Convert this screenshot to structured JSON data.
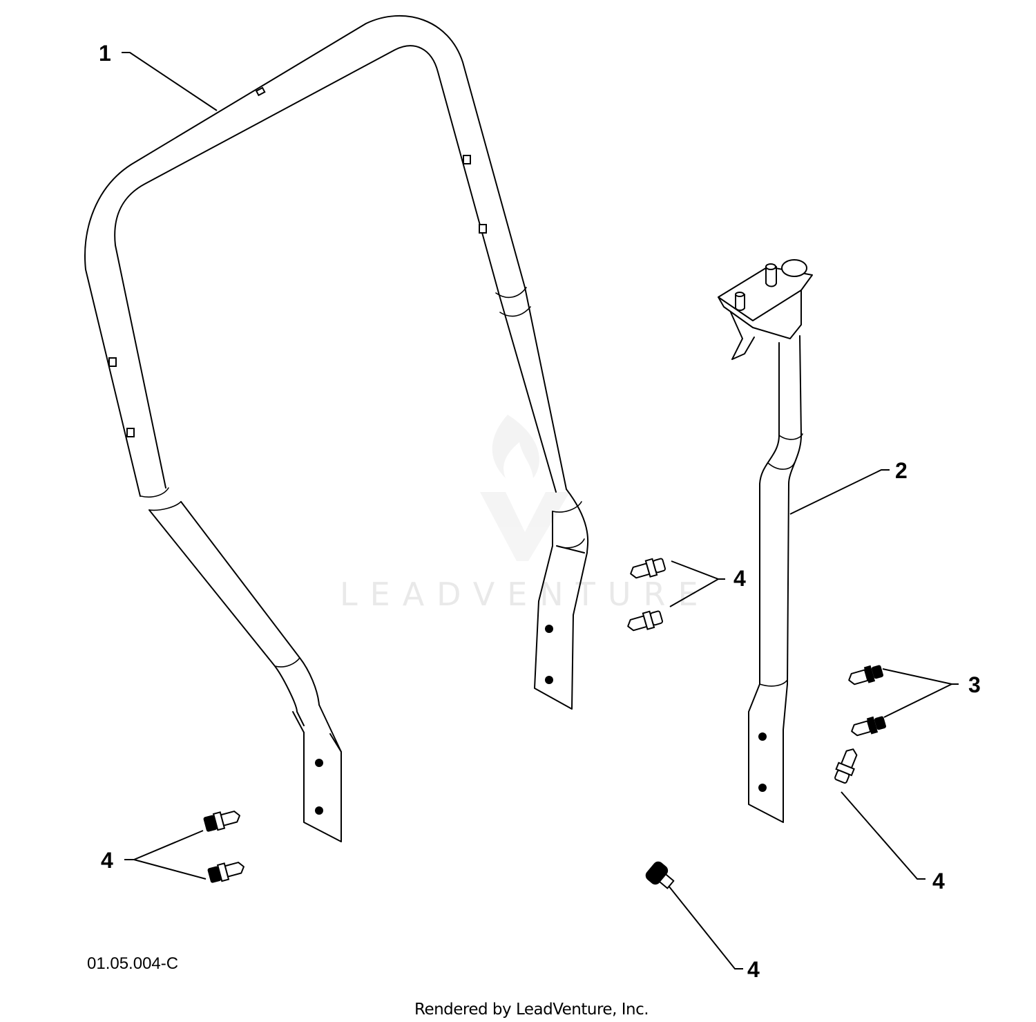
{
  "diagram": {
    "callouts": [
      {
        "id": "part-1",
        "text": "1"
      },
      {
        "id": "part-2",
        "text": "2"
      },
      {
        "id": "part-3",
        "text": "3"
      },
      {
        "id": "part-4-center",
        "text": "4"
      },
      {
        "id": "part-4-left",
        "text": "4"
      },
      {
        "id": "part-4-right",
        "text": "4"
      },
      {
        "id": "part-4-bottom",
        "text": "4"
      }
    ],
    "drawing_code": "01.05.004-C",
    "footer": "Rendered by LeadVenture, Inc.",
    "watermark": "LEADVENTURE"
  }
}
